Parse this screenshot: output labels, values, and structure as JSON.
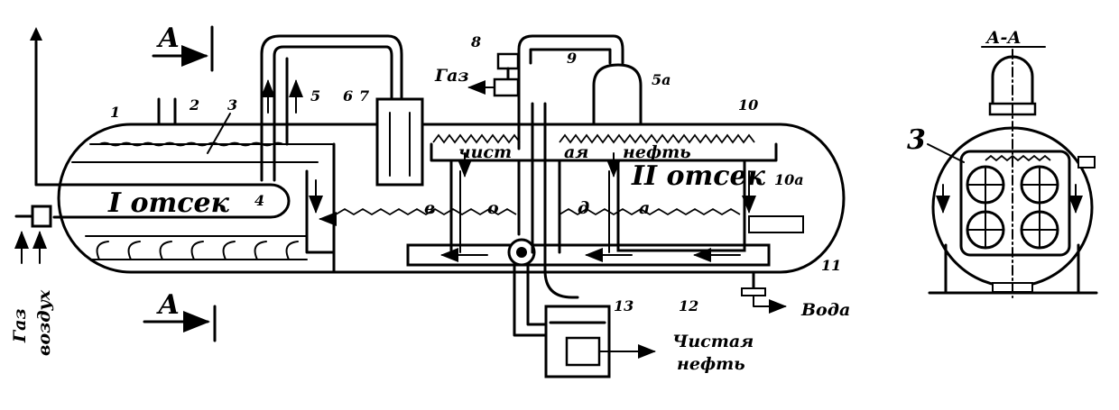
{
  "section_marks": {
    "upper": "А",
    "lower": "А",
    "section_title": "А-А"
  },
  "compartments": {
    "first": "I отсек",
    "second": "II отсек"
  },
  "flow_labels": {
    "gas_left": "Газ",
    "air_left": "воздух",
    "gas_top": "Газ",
    "water": "Вода",
    "clean_oil_1": "Чистая",
    "clean_oil_2": "нефть",
    "clean_top_1": "чист",
    "clean_top_2": "ая",
    "clean_top_3": "нефть"
  },
  "zone_letters": {
    "v": "в",
    "o": "о",
    "d": "д",
    "a": "а"
  },
  "callouts": {
    "n1": "1",
    "n2": "2",
    "n3": "3",
    "n4": "4",
    "n5": "5",
    "n6": "6",
    "n7": "7",
    "n8": "8",
    "n9": "9",
    "n5a": "5а",
    "n10": "10",
    "n10a": "10а",
    "n11": "11",
    "n12": "12",
    "n13": "13",
    "n3_section": "3"
  }
}
